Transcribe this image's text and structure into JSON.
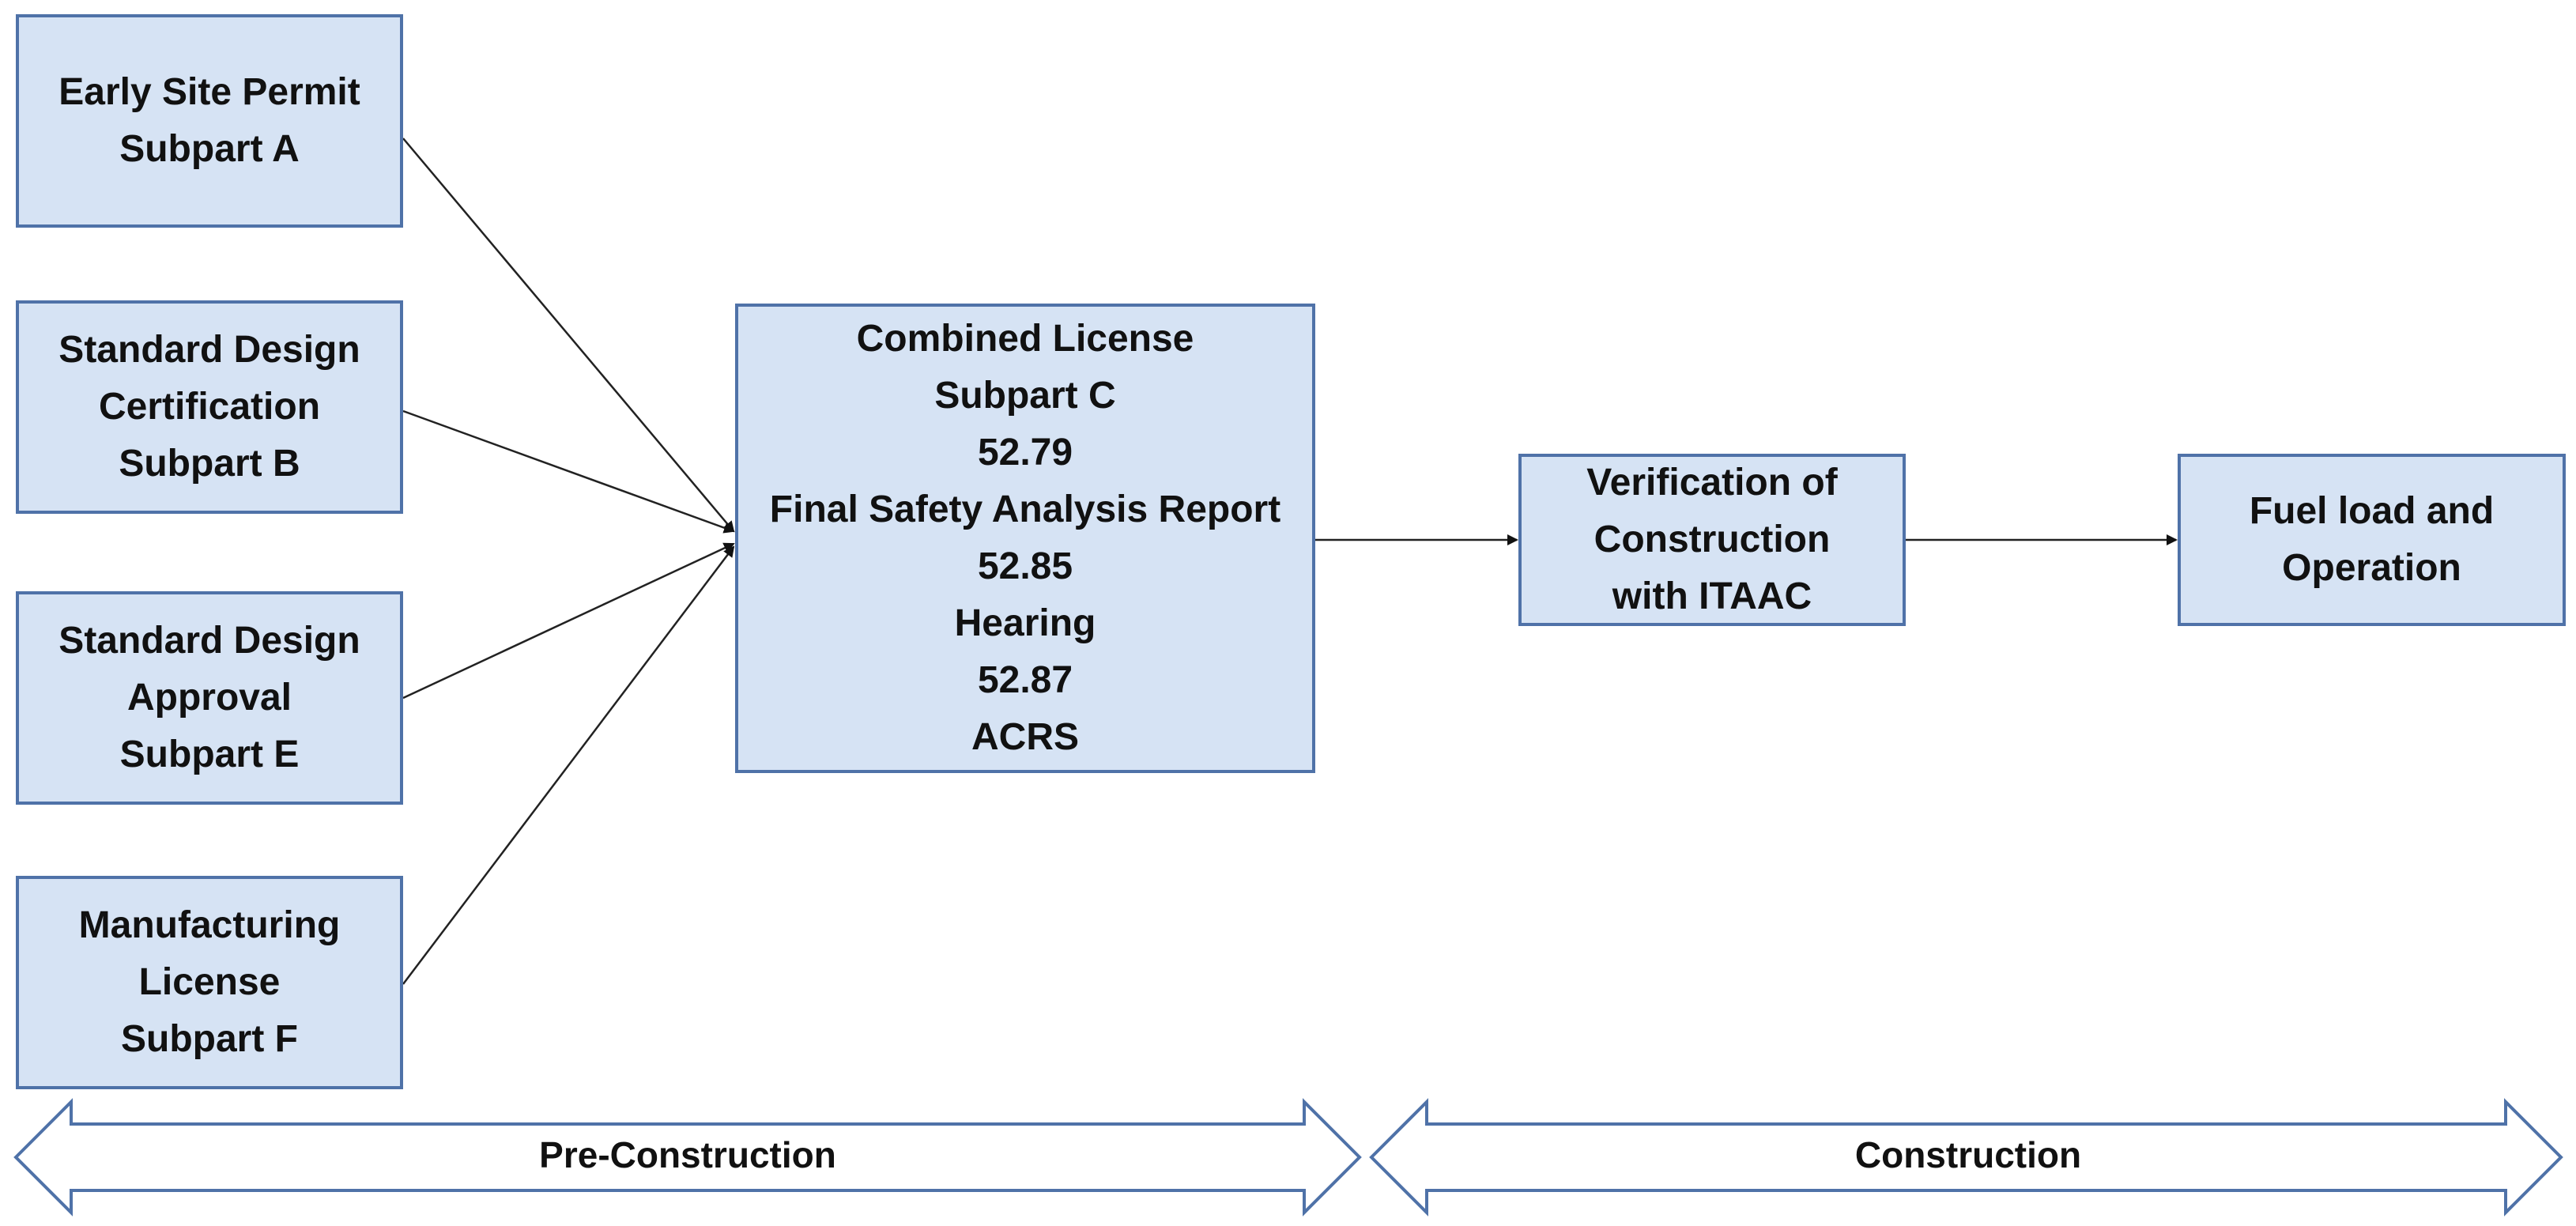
{
  "inputs": {
    "early_site_permit": [
      "Early Site Permit",
      "Subpart A"
    ],
    "standard_design_certification": [
      "Standard Design",
      "Certification",
      "Subpart B"
    ],
    "standard_design_approval": [
      "Standard Design",
      "Approval",
      "Subpart E"
    ],
    "manufacturing_license": [
      "Manufacturing",
      "License",
      "Subpart F"
    ]
  },
  "combined_license": [
    "Combined License",
    "Subpart C",
    "52.79",
    "Final Safety Analysis Report",
    "52.85",
    "Hearing",
    "52.87",
    "ACRS"
  ],
  "verification": [
    "Verification of",
    "Construction",
    "with ITAAC"
  ],
  "fuel_load": [
    "Fuel load and",
    "Operation"
  ],
  "phases": {
    "pre_construction": "Pre-Construction",
    "construction": "Construction"
  },
  "colors": {
    "box_fill": "#d6e3f4",
    "box_border": "#4f72a8",
    "connector": "#222222",
    "band_border": "#4f72a8"
  }
}
